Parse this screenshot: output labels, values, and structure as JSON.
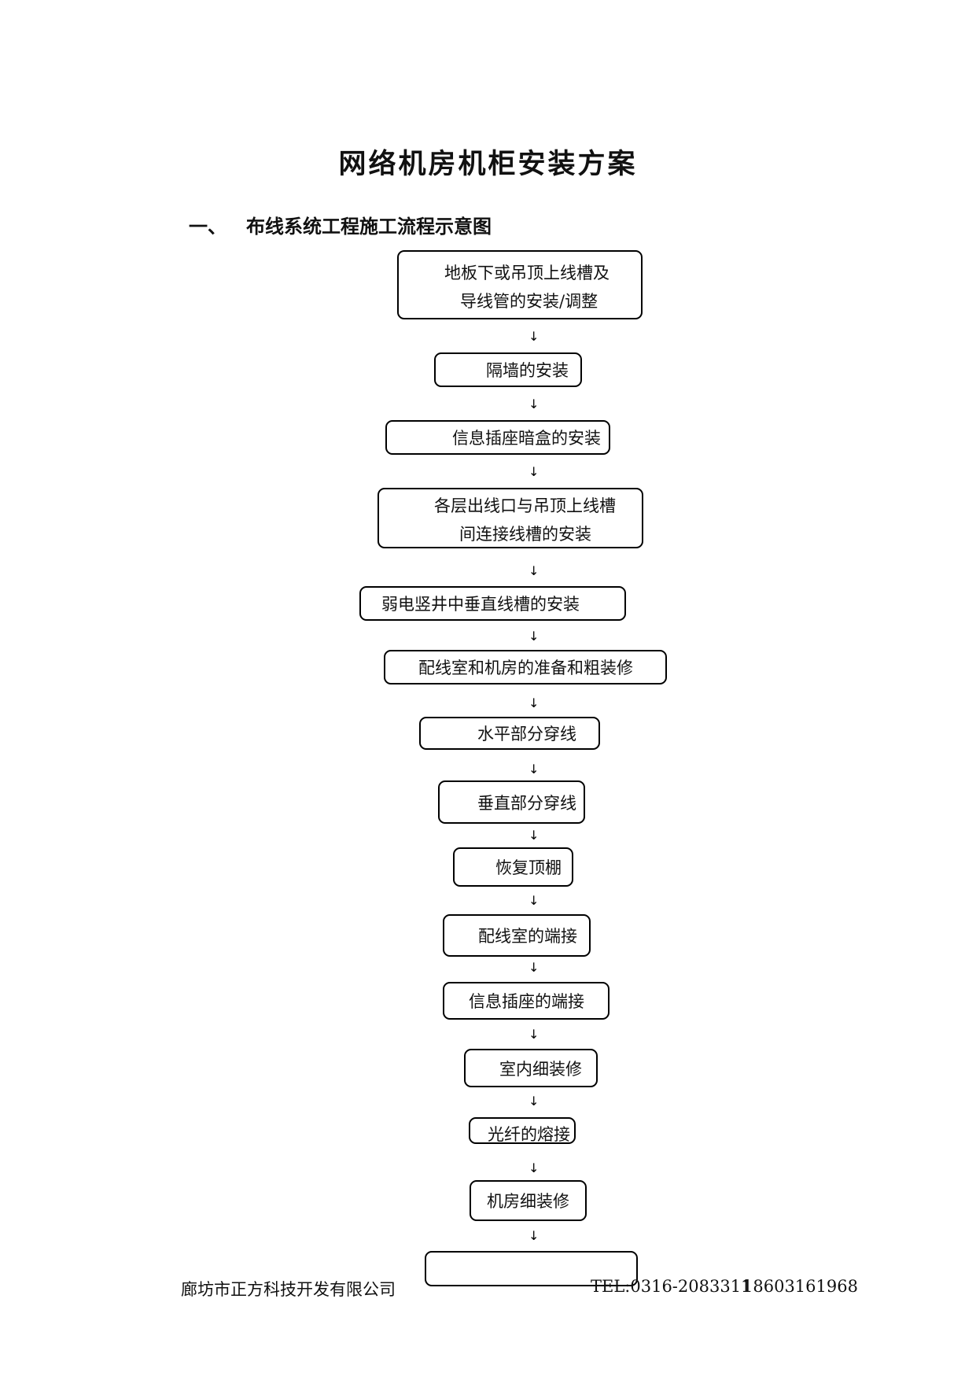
{
  "title": "网络机房机柜安装方案",
  "section": {
    "number": "一、",
    "title": "布线系统工程施工流程示意图"
  },
  "arrow": "↓",
  "steps": [
    {
      "line1": "地板下或吊顶上线槽及",
      "line2": "导线管的安装/调整"
    },
    {
      "line1": "隔墙的安装"
    },
    {
      "line1": "信息插座暗盒的安装"
    },
    {
      "line1": "各层出线口与吊顶上线槽",
      "line2": "间连接线槽的安装"
    },
    {
      "line1": "弱电竖井中垂直线槽的安装"
    },
    {
      "line1": "配线室和机房的准备和粗装修"
    },
    {
      "line1": "水平部分穿线"
    },
    {
      "line1": "垂直部分穿线"
    },
    {
      "line1": "恢复顶棚"
    },
    {
      "line1": "配线室的端接"
    },
    {
      "line1": "信息插座的端接"
    },
    {
      "line1": "室内细装修"
    },
    {
      "line1": "光纤的熔接"
    },
    {
      "line1": "机房细装修"
    },
    {
      "line1": ""
    }
  ],
  "footer": {
    "company": "廊坊市正方科技开发有限公司",
    "phone": "TEL:0316-2083311",
    "mobile": "18603161968"
  }
}
